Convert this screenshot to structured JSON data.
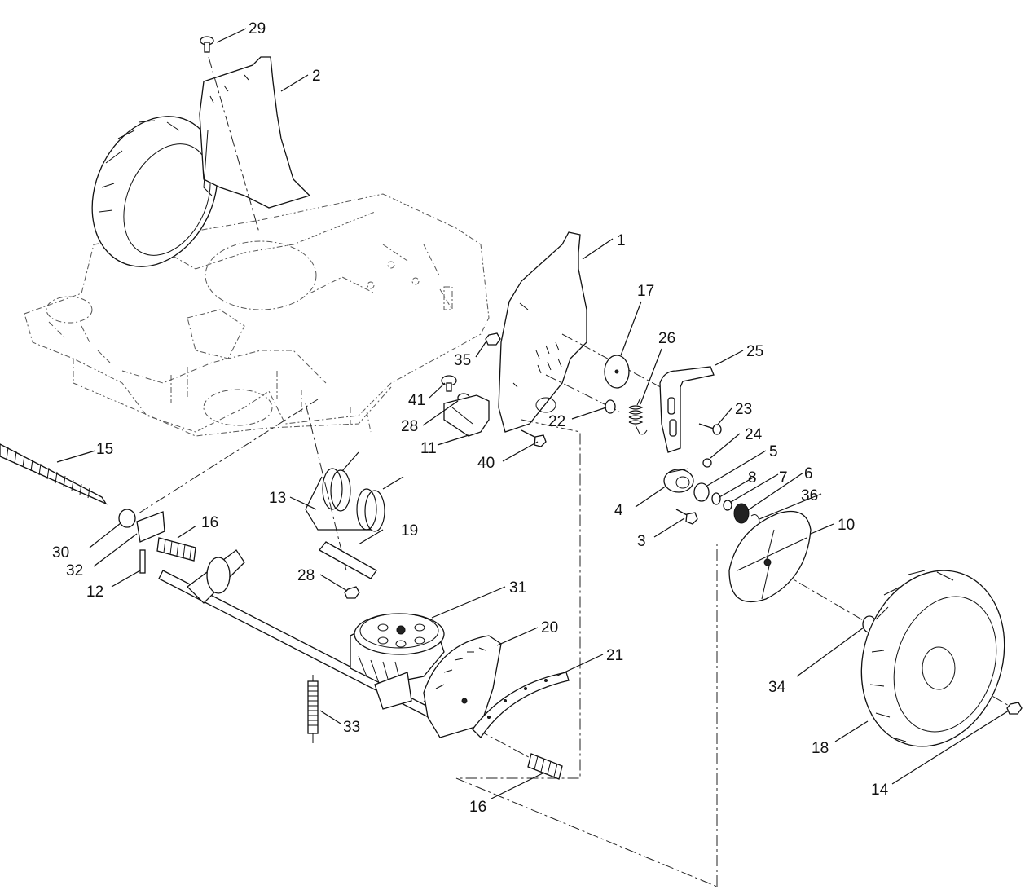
{
  "labels": [
    {
      "id": "29",
      "text": "29"
    },
    {
      "id": "2",
      "text": "2"
    },
    {
      "id": "1",
      "text": "1"
    },
    {
      "id": "17",
      "text": "17"
    },
    {
      "id": "26",
      "text": "26"
    },
    {
      "id": "25",
      "text": "25"
    },
    {
      "id": "35",
      "text": "35"
    },
    {
      "id": "41",
      "text": "41"
    },
    {
      "id": "28a",
      "text": "28"
    },
    {
      "id": "22",
      "text": "22"
    },
    {
      "id": "23",
      "text": "23"
    },
    {
      "id": "11",
      "text": "11"
    },
    {
      "id": "24",
      "text": "24"
    },
    {
      "id": "40",
      "text": "40"
    },
    {
      "id": "5",
      "text": "5"
    },
    {
      "id": "8",
      "text": "8"
    },
    {
      "id": "7",
      "text": "7"
    },
    {
      "id": "6",
      "text": "6"
    },
    {
      "id": "36",
      "text": "36"
    },
    {
      "id": "4",
      "text": "4"
    },
    {
      "id": "3",
      "text": "3"
    },
    {
      "id": "10",
      "text": "10"
    },
    {
      "id": "15",
      "text": "15"
    },
    {
      "id": "13",
      "text": "13"
    },
    {
      "id": "16a",
      "text": "16"
    },
    {
      "id": "19",
      "text": "19"
    },
    {
      "id": "30",
      "text": "30"
    },
    {
      "id": "32",
      "text": "32"
    },
    {
      "id": "12",
      "text": "12"
    },
    {
      "id": "28b",
      "text": "28"
    },
    {
      "id": "31",
      "text": "31"
    },
    {
      "id": "20",
      "text": "20"
    },
    {
      "id": "21",
      "text": "21"
    },
    {
      "id": "34",
      "text": "34"
    },
    {
      "id": "33",
      "text": "33"
    },
    {
      "id": "18",
      "text": "18"
    },
    {
      "id": "14",
      "text": "14"
    },
    {
      "id": "16b",
      "text": "16"
    }
  ]
}
